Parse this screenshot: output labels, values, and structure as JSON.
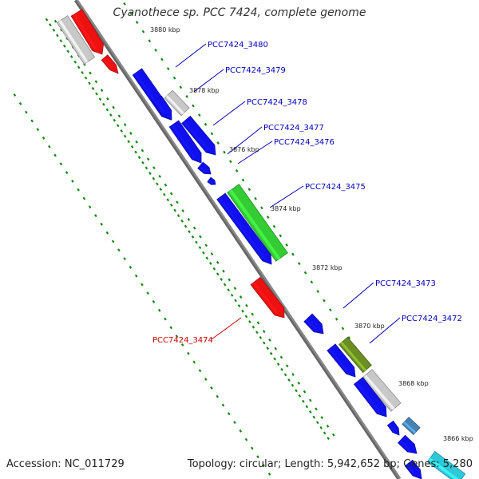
{
  "title": "Cyanothece sp. PCC 7424, complete genome",
  "footer": {
    "accession": "Accession: NC_011729",
    "topology": "Topology: circular; Length: 5,942,652 bp; Genes: 5,280"
  },
  "colors": {
    "backbone": "#888888",
    "tick": "#118811",
    "blue": "#1010ee",
    "red": "#ee1111",
    "gray": "#c8c8c8",
    "green": "#33cc33",
    "olive": "#6b8e23",
    "steel": "#4682b4",
    "cyan": "#2ec8d8",
    "label_blue": "#0000bb",
    "label_red": "#cc0000"
  },
  "scale_labels": [
    {
      "text": "3880 kbp",
      "kbp": 3880
    },
    {
      "text": "3878 kbp",
      "kbp": 3878
    },
    {
      "text": "3876 kbp",
      "kbp": 3876
    },
    {
      "text": "3874 kbp",
      "kbp": 3874
    },
    {
      "text": "3872 kbp",
      "kbp": 3872
    },
    {
      "text": "3870 kbp",
      "kbp": 3870
    },
    {
      "text": "3868 kbp",
      "kbp": 3868
    },
    {
      "text": "3866 kbp",
      "kbp": 3866
    }
  ],
  "gene_labels": [
    {
      "text": "PCC7424_3480",
      "color": "blue"
    },
    {
      "text": "PCC7424_3479",
      "color": "blue"
    },
    {
      "text": "PCC7424_3478",
      "color": "blue"
    },
    {
      "text": "PCC7424_3477",
      "color": "blue"
    },
    {
      "text": "PCC7424_3476",
      "color": "blue"
    },
    {
      "text": "PCC7424_3475",
      "color": "blue"
    },
    {
      "text": "PCC7424_3474",
      "color": "red"
    },
    {
      "text": "PCC7424_3473",
      "color": "blue"
    },
    {
      "text": "PCC7424_3472",
      "color": "blue"
    }
  ]
}
